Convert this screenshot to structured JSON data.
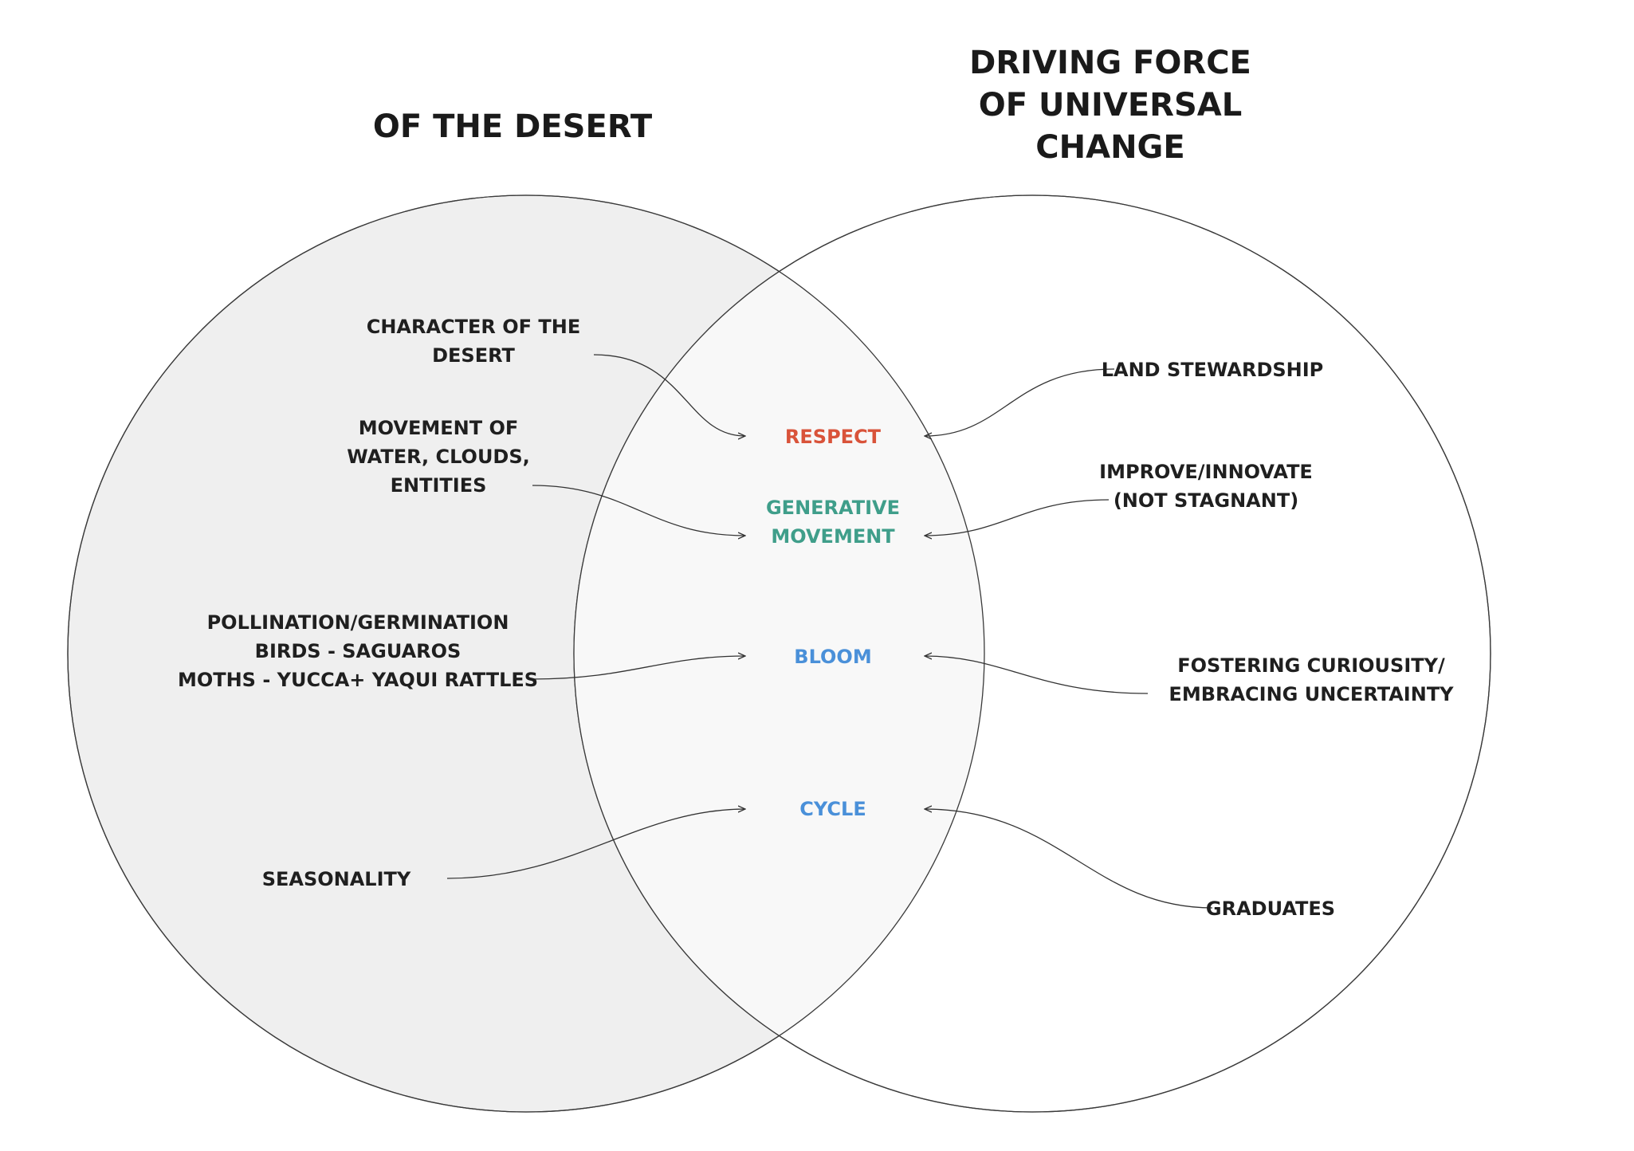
{
  "diagram": {
    "left_set": {
      "title": "OF THE DESERT",
      "fill": "#efefef",
      "items": [
        {
          "lines": [
            "CHARACTER OF THE",
            "DESERT"
          ],
          "points_to": "respect"
        },
        {
          "lines": [
            "MOVEMENT OF",
            "WATER, CLOUDS,",
            "ENTITIES"
          ],
          "points_to": "generative"
        },
        {
          "lines": [
            "POLLINATION/GERMINATION",
            "BIRDS - SAGUAROS",
            "MOTHS - YUCCA+ YAQUI RATTLES"
          ],
          "points_to": "bloom"
        },
        {
          "lines": [
            "SEASONALITY"
          ],
          "points_to": "cycle"
        }
      ]
    },
    "right_set": {
      "title_lines": [
        "DRIVING FORCE",
        "OF UNIVERSAL",
        "CHANGE"
      ],
      "fill": "#ffffff",
      "items": [
        {
          "lines": [
            "LAND STEWARDSHIP"
          ],
          "points_to": "respect"
        },
        {
          "lines": [
            "IMPROVE/INNOVATE",
            "(NOT STAGNANT)"
          ],
          "points_to": "generative"
        },
        {
          "lines": [
            "FOSTERING CURIOUSITY/",
            "EMBRACING UNCERTAINTY"
          ],
          "points_to": "bloom"
        },
        {
          "lines": [
            "GRADUATES"
          ],
          "points_to": "cycle"
        }
      ]
    },
    "intersection": {
      "fill": "#f8f8f8",
      "items": [
        {
          "id": "respect",
          "lines": [
            "RESPECT"
          ],
          "color": "#d9533a"
        },
        {
          "id": "generative",
          "lines": [
            "GENERATIVE",
            "MOVEMENT"
          ],
          "color": "#3f9e8a"
        },
        {
          "id": "bloom",
          "lines": [
            "BLOOM"
          ],
          "color": "#4a90d9"
        },
        {
          "id": "cycle",
          "lines": [
            "CYCLE"
          ],
          "color": "#4a90d9"
        }
      ]
    }
  }
}
